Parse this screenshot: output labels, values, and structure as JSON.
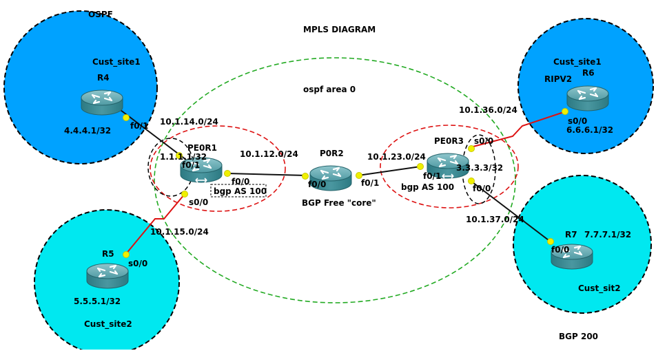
{
  "diagram": {
    "title": "MPLS DIAGRAM",
    "area_label": "ospf area 0",
    "core_label": "BGP Free \"core\"",
    "colors": {
      "site_blue": "#00a2ff",
      "site_cyan": "#00e8f0",
      "core_dash": "#22aa22",
      "pe_dash": "#dd1111",
      "link_red": "#dd1111",
      "link_black": "#111111",
      "port_dot": "#f0f000",
      "router_body": "#3f8f98"
    }
  },
  "sites": {
    "ospf": {
      "protocol": "OSPF",
      "name": "Cust_site1",
      "router": "R4",
      "loopback": "4.4.4.1/32",
      "port": "f0/1"
    },
    "cust_site2": {
      "name": "Cust_site2",
      "router": "R5",
      "loopback": "5.5.5.1/32",
      "port": "s0/0"
    },
    "rip": {
      "name": "Cust_site1",
      "router": "R6",
      "protocol": "RIPV2",
      "port": "s0/0",
      "loopback": "6.6.6.1/32"
    },
    "bgp200": {
      "name": "Cust_sit2",
      "router": "R7",
      "loopback": "7.7.7.1/32",
      "port": "f0/0",
      "protocol": "BGP 200"
    }
  },
  "core": {
    "pe1": {
      "name": "PE0R1",
      "loopback": "1.1.1.1/32",
      "port_f01": "f0/1",
      "port_f00": "f0/0",
      "port_s00": "s0/0",
      "bgp": "bgp AS 100"
    },
    "p2": {
      "name": "P0R2",
      "port_f00": "f0/0",
      "port_f01": "f0/1"
    },
    "pe3": {
      "name": "PE0R3",
      "loopback": "3.3.3.3/32",
      "port_f01": "f0/1",
      "port_s00": "s0/0",
      "port_f00": "f0/0",
      "bgp": "bgp AS 100"
    }
  },
  "subnets": {
    "r4_pe1": "10.1.14.0/24",
    "pe1_p2": "10.1.12.0/24",
    "p2_pe3": "10.1.23.0/24",
    "pe3_r6": "10.1.36.0/24",
    "pe1_r5": "10.1.15.0/24",
    "pe3_r7": "10.1.37.0/24"
  }
}
